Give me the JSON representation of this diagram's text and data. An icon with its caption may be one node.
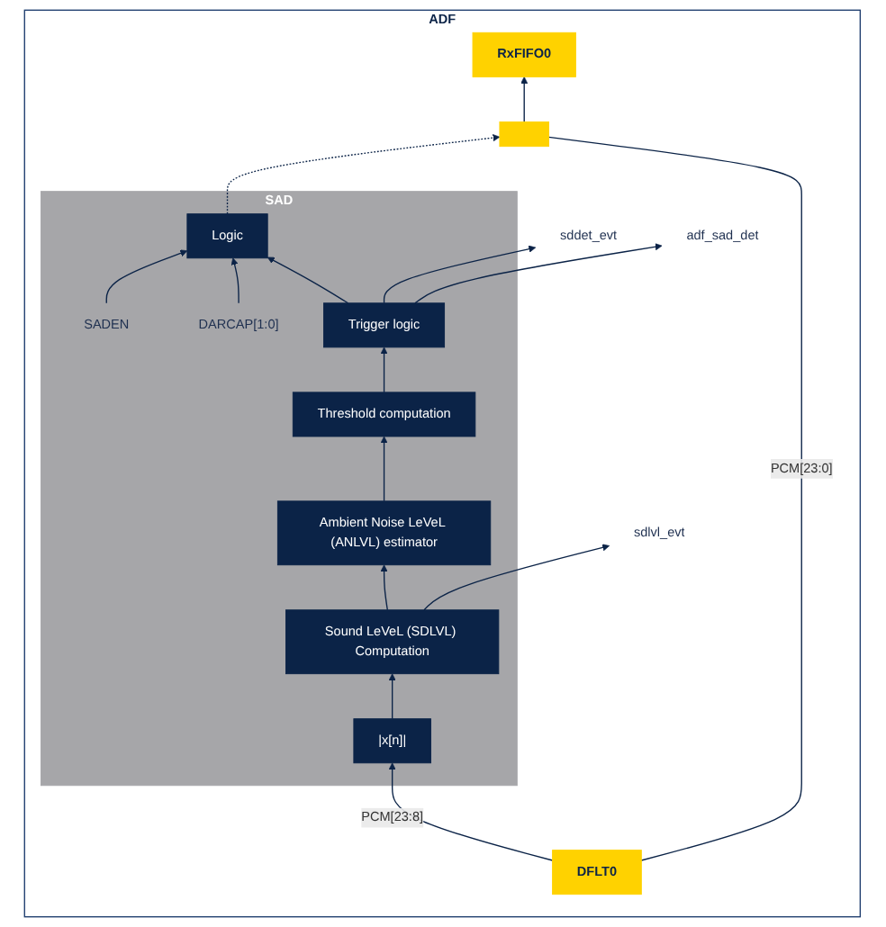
{
  "diagram": {
    "nodes": [
      {
        "text": [
          "ADF"
        ]
      },
      {
        "text": [
          "SAD"
        ],
        "in": 0
      },
      {
        "text": [
          "Logic"
        ],
        "in": 1
      },
      {
        "text": [
          "SADEN"
        ],
        "in": 1
      },
      {
        "text": [
          "DARCAP[1:0]"
        ],
        "in": 1
      },
      {
        "text": [
          "Trigger logic"
        ],
        "in": 1
      },
      {
        "text": [
          "sddet_evt"
        ],
        "in": 0
      },
      {
        "text": [
          "adf_sad_det"
        ],
        "in": 0
      },
      {
        "text": [
          "Threshold computation"
        ],
        "in": 1
      },
      {
        "text": [
          "Ambient Noise LeVeL (ANLVL) estimator"
        ],
        "in": 1
      },
      {
        "text": [
          "Sound LeVeL (SDLVL) Computation"
        ],
        "in": 1
      },
      {
        "text": [
          "sdlvl_evt"
        ],
        "in": 0
      },
      {
        "text": [
          "|x[n]|"
        ],
        "in": 1
      },
      {
        "text": [
          "RxFIFO0"
        ],
        "in": 0
      },
      {
        "text": [],
        "shape": "box",
        "in": 0
      },
      {
        "text": [
          "DFLT0"
        ],
        "in": 0
      }
    ],
    "edges": [
      {
        "from": 3,
        "to": 2,
        "arrow": "to"
      },
      {
        "from": 4,
        "to": 2,
        "arrow": "to"
      },
      {
        "from": 5,
        "to": 2,
        "arrow": "to"
      },
      {
        "from": 5,
        "to": 6,
        "arrow": "to"
      },
      {
        "from": 5,
        "to": 7,
        "arrow": "to"
      },
      {
        "from": 8,
        "to": 5,
        "arrow": "to"
      },
      {
        "from": 9,
        "to": 8,
        "arrow": "to"
      },
      {
        "from": 10,
        "to": 9,
        "arrow": "to"
      },
      {
        "from": 10,
        "to": 11,
        "arrow": "to"
      },
      {
        "from": 12,
        "to": 10,
        "arrow": "to"
      },
      {
        "from": 15,
        "to": 12,
        "arrow": "to",
        "label": "PCM[23:8]"
      },
      {
        "from": 15,
        "to": 14,
        "arrow": "none",
        "label": "PCM[23:0]"
      },
      {
        "from": 14,
        "to": 13,
        "arrow": "to"
      },
      {
        "from": 2,
        "to": 14,
        "arrow": "to",
        "style": "dashed"
      }
    ]
  }
}
